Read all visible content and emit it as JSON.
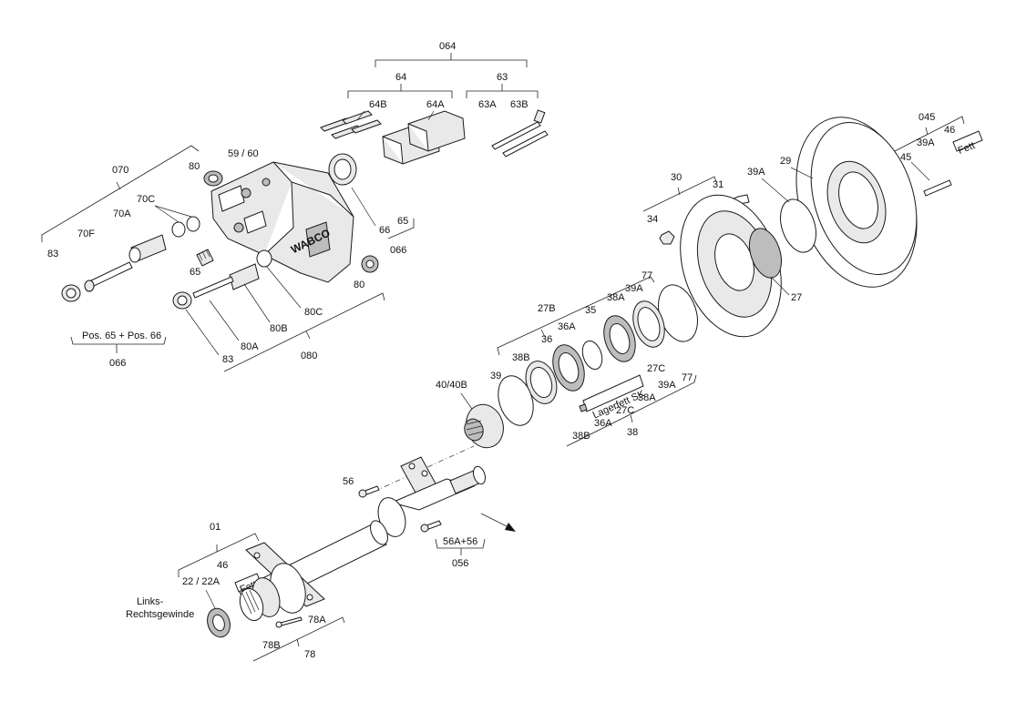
{
  "labels": {
    "l064": "064",
    "l64": "64",
    "l63": "63",
    "l64B": "64B",
    "l64A": "64A",
    "l63A": "63A",
    "l63B": "63B",
    "l070": "070",
    "l80a": "80",
    "l5960": "59 / 60",
    "l70C": "70C",
    "l70A": "70A",
    "l70F": "70F",
    "l83a": "83",
    "l65a": "65",
    "l66a": "66",
    "l65b": "65",
    "l066a": "066",
    "l80b": "80",
    "l80C": "80C",
    "l80B": "80B",
    "l80A": "80A",
    "l83b": "83",
    "l080": "080",
    "lPos": "Pos. 65 + Pos. 66",
    "l066b": "066",
    "l045": "045",
    "l46a": "46",
    "l39Aa": "39A",
    "lFett1": "Fett",
    "l45": "45",
    "l29": "29",
    "l39Ab": "39A",
    "l30": "30",
    "l31": "31",
    "l34": "34",
    "l27": "27",
    "l77a": "77",
    "l39Ac": "39A",
    "l27B": "27B",
    "l38Aa": "38A",
    "l35": "35",
    "l36Aa": "36A",
    "l36": "36",
    "l38Ba": "38B",
    "l39": "39",
    "l4040B": "40/40B",
    "l27Ca": "27C",
    "l77b": "77",
    "l39Ad": "39A",
    "lLager": "Lagerfett SK",
    "l38Ab": "38A",
    "l27Cb": "27C",
    "l36Ab": "36A",
    "l38Bb": "38B",
    "l38": "38",
    "l56": "56",
    "l56A56": "56A+56",
    "l056": "056",
    "l01": "01",
    "l46b": "46",
    "lFett2": "Fett",
    "l2222A": "22 / 22A",
    "lLinks": "Links-",
    "lRechts": "Rechtsgewinde",
    "l78A": "78A",
    "l78B": "78B",
    "l78": "78",
    "brand": "WABCO"
  }
}
